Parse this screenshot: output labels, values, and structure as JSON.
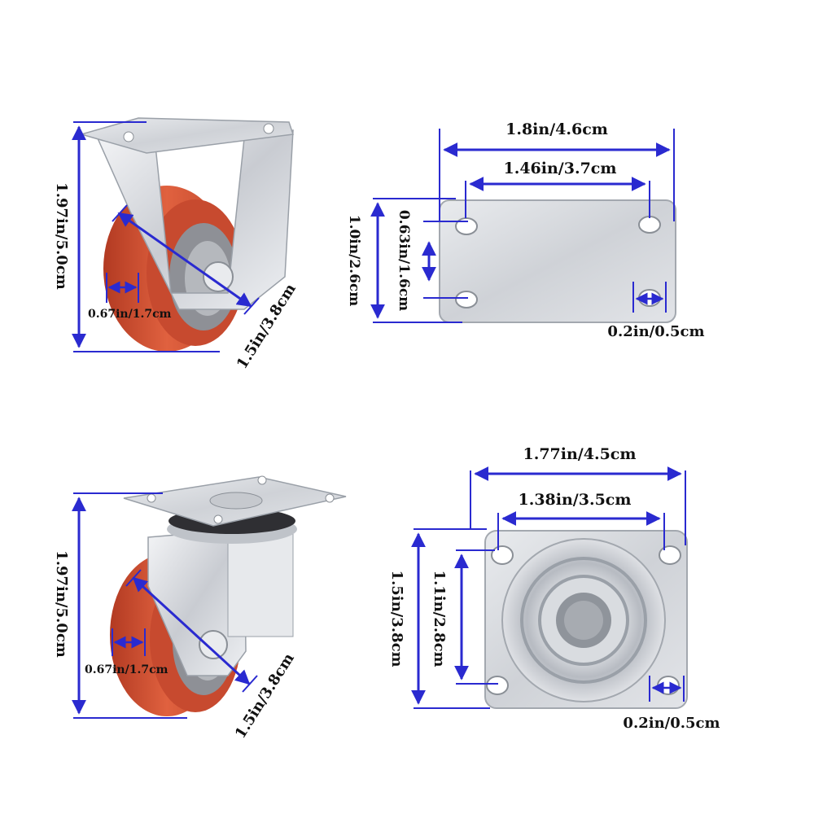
{
  "colors": {
    "dimension_line": "#2a2ad0",
    "wheel": "#d9553b",
    "metal": "#d6d9de"
  },
  "fixed_caster": {
    "height": "1.97in/5.0cm",
    "wheel_width": "0.67in/1.7cm",
    "wheel_diameter": "1.5in/3.8cm"
  },
  "fixed_plate": {
    "outer_width": "1.8in/4.6cm",
    "hole_spacing_width": "1.46in/3.7cm",
    "outer_height": "1.0in/2.6cm",
    "hole_spacing_height": "0.63in/1.6cm",
    "hole_diameter": "0.2in/0.5cm"
  },
  "swivel_caster": {
    "height": "1.97in/5.0cm",
    "wheel_width": "0.67in/1.7cm",
    "wheel_diameter": "1.5in/3.8cm"
  },
  "swivel_plate": {
    "outer_width": "1.77in/4.5cm",
    "hole_spacing_width": "1.38in/3.5cm",
    "outer_height": "1.5in/3.8cm",
    "hole_spacing_height": "1.1in/2.8cm",
    "hole_diameter": "0.2in/0.5cm"
  }
}
